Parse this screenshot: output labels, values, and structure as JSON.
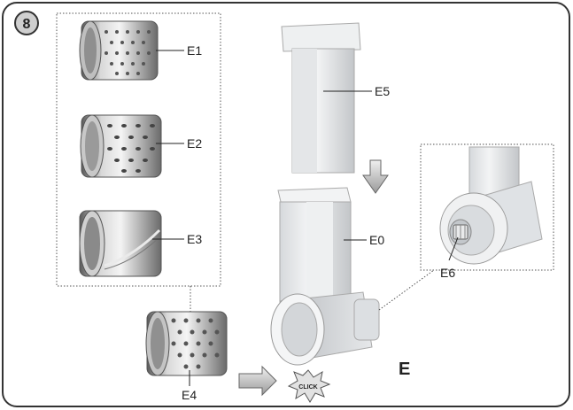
{
  "step_number": "8",
  "figure_label": "E",
  "click_label": "CLICK",
  "labels": {
    "e0": "E0",
    "e1": "E1",
    "e2": "E2",
    "e3": "E3",
    "e4": "E4",
    "e5": "E5",
    "e6": "E6"
  }
}
